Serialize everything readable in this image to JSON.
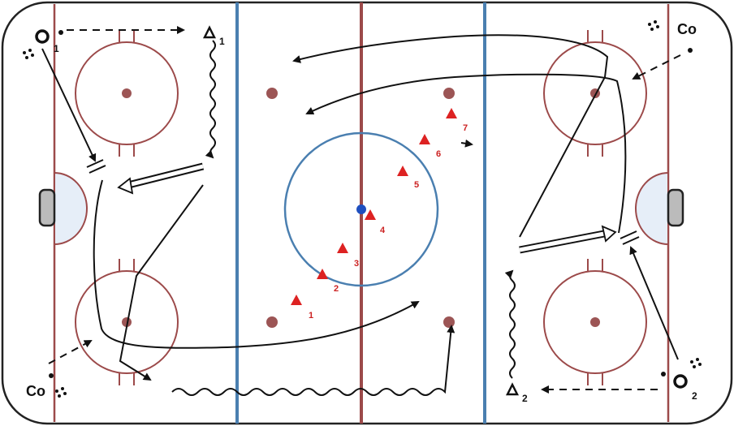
{
  "colors": {
    "rink_outline": "#222222",
    "goal_line": "#9c4a4a",
    "circle_line": "#9c4a4a",
    "blue_line": "#4a7fb0",
    "center_line": "#9c4a4a",
    "faceoff_dot": "#9c5555",
    "center_dot": "#1f4fbf",
    "crease_fill": "#e6eef8",
    "net_fill": "#bbbbbb",
    "marker_red": "#dd2222",
    "path": "#111111"
  },
  "coach_labels": {
    "left": "Co",
    "right": "Co"
  },
  "player_labels": {
    "left_o": "1",
    "left_triangle": "1",
    "right_o": "2",
    "right_triangle": "2"
  },
  "cone_labels": [
    "1",
    "2",
    "3",
    "4",
    "5",
    "6",
    "7"
  ]
}
